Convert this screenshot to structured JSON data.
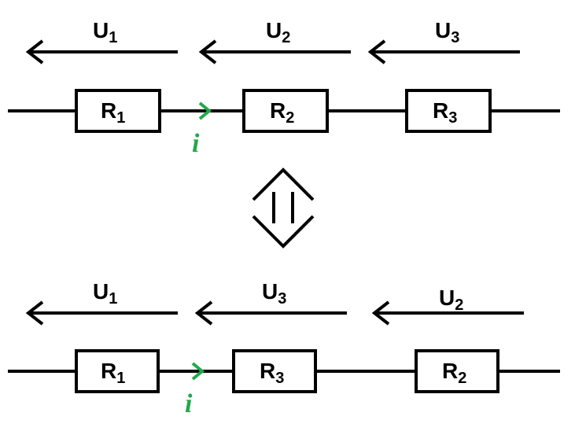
{
  "colors": {
    "stroke": "#000000",
    "current": "#22a84a",
    "background": "#ffffff"
  },
  "top_circuit": {
    "voltages": [
      {
        "base": "U",
        "sub": "1"
      },
      {
        "base": "U",
        "sub": "2"
      },
      {
        "base": "U",
        "sub": "3"
      }
    ],
    "resistors": [
      {
        "base": "R",
        "sub": "1"
      },
      {
        "base": "R",
        "sub": "2"
      },
      {
        "base": "R",
        "sub": "3"
      }
    ],
    "current_label": "i"
  },
  "bottom_circuit": {
    "voltages": [
      {
        "base": "U",
        "sub": "1"
      },
      {
        "base": "U",
        "sub": "3"
      },
      {
        "base": "U",
        "sub": "2"
      }
    ],
    "resistors": [
      {
        "base": "R",
        "sub": "1"
      },
      {
        "base": "R",
        "sub": "3"
      },
      {
        "base": "R",
        "sub": "2"
      }
    ],
    "current_label": "i"
  },
  "equivalence_icon": "double-arrow-up-down-icon"
}
